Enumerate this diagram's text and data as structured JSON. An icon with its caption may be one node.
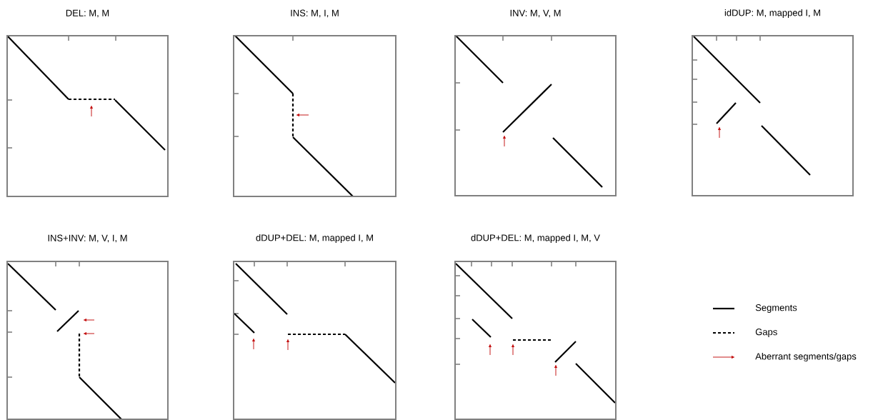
{
  "diagram": {
    "nodes": [
      {
        "text": [
          "DEL: M, M"
        ]
      },
      {
        "text": [
          "INS: M, I, M"
        ]
      },
      {
        "text": [
          "INV: M, V, M"
        ]
      },
      {
        "text": [
          "idDUP: M, mapped I, M"
        ]
      },
      {
        "text": [
          "INS+INV: M, V, I, M"
        ]
      },
      {
        "text": [
          "dDUP+DEL: M, mapped I, M"
        ]
      },
      {
        "text": [
          "dDUP+DEL: M, mapped I, M, V"
        ]
      }
    ],
    "legend": [
      {
        "text": "Segments"
      },
      {
        "text": "Gaps"
      },
      {
        "text": "Aberrant segments/gaps"
      }
    ]
  }
}
